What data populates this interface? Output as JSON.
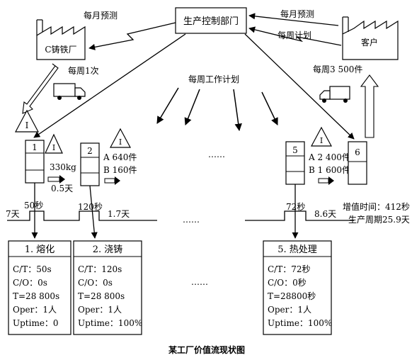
{
  "nodes": {
    "control": "生产控制部门",
    "supplier": "C铸铁厂",
    "customer": "客户"
  },
  "flows": {
    "supplier_forecast": "每月预测",
    "customer_forecast": "每月预测",
    "customer_plan": "每周计划",
    "weekly_schedule": "每周工作计划",
    "supplier_ship": "每周1次",
    "customer_ship": "每周3 500件"
  },
  "inventory": {
    "inv_symbol": "I",
    "inv0": "I",
    "inv1": "I",
    "inv1_qty": "330kg",
    "inv1_days": "0.5天",
    "inv2": "I",
    "inv2_a": "A 640件",
    "inv2_b": "B 160件",
    "inv5": "I",
    "inv5_a": "A 2 400件",
    "inv5_b": "B 1 600件"
  },
  "process_numbers": {
    "p1": "1",
    "p2": "2",
    "p5": "5",
    "p6": "6"
  },
  "ellipsis": "……",
  "timeline": {
    "t0_days": "7天",
    "t1_sec": "50秒",
    "t2_sec": "120秒",
    "t2_days": "1.7天",
    "t5_sec": "72秒",
    "t5_days": "8.6天",
    "value_added": "增值时间：412秒",
    "lead_time": "生产周期25.9天"
  },
  "data_boxes": [
    {
      "title": "1. 熔化",
      "rows": [
        "C/T：50s",
        "C/O：0s",
        "T=28 800s",
        "Oper：1人",
        "Uptime：0"
      ]
    },
    {
      "title": "2. 浇铸",
      "rows": [
        "C/T：120s",
        "C/O：0s",
        "T=28 800s",
        "Oper：1人",
        "Uptime：100%"
      ]
    },
    {
      "title": "5. 热处理",
      "rows": [
        "C/T：72秒",
        "C/O：0秒",
        "T=28800秒",
        "Oper：1人",
        "Uptime：100%"
      ]
    }
  ],
  "caption": "某工厂价值流现状图"
}
